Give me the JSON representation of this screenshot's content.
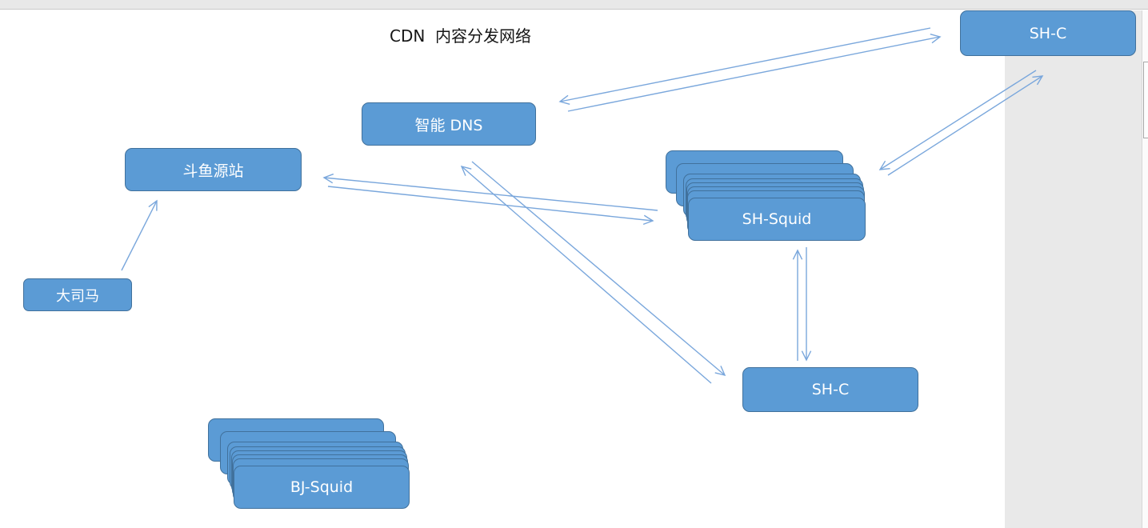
{
  "title": "CDN  内容分发网络",
  "colors": {
    "node_fill": "#5b9bd5",
    "node_border": "#41719c",
    "node_text": "#ffffff",
    "arrow": "#7aa7dc",
    "side_panel": "#e9e9e9",
    "title_text": "#161616"
  },
  "nodes": {
    "shc_top": {
      "label": "SH-C"
    },
    "dns": {
      "label": "智能 DNS"
    },
    "douyu_origin": {
      "label": "斗鱼源站"
    },
    "dasima": {
      "label": "大司马"
    },
    "shc_bottom": {
      "label": "SH-C"
    },
    "sh_squid": {
      "label": "SH-Squid",
      "stack_layers": 8
    },
    "bj_squid": {
      "label": "BJ-Squid",
      "stack_layers": 8
    }
  },
  "connections": [
    {
      "from": "智能 DNS",
      "to": "SH-C (top-right)",
      "bidirectional": true
    },
    {
      "from": "SH-Squid",
      "to": "SH-C (top-right)",
      "bidirectional": true
    },
    {
      "from": "斗鱼源站",
      "to": "SH-Squid",
      "bidirectional": true
    },
    {
      "from": "智能 DNS",
      "to": "SH-C (bottom)",
      "bidirectional": true
    },
    {
      "from": "SH-Squid",
      "to": "SH-C (bottom)",
      "bidirectional": true
    },
    {
      "from": "大司马",
      "to": "斗鱼源站",
      "bidirectional": false
    }
  ]
}
